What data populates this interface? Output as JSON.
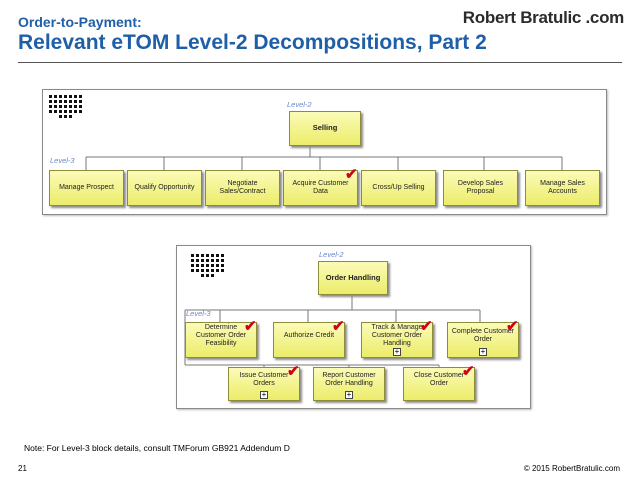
{
  "header": {
    "subtitle": "Order-to-Payment:",
    "title": "Relevant eTOM Level-2 Decompositions, Part 2",
    "brand": "Robert Bratulic .com"
  },
  "diagram1": {
    "level2_label": "Level-2",
    "level3_label": "Level-3",
    "root": "Selling",
    "children": [
      {
        "label": "Manage Prospect",
        "checked": false
      },
      {
        "label": "Qualify Opportunity",
        "checked": false
      },
      {
        "label": "Negotiate\nSales/Contract",
        "checked": false
      },
      {
        "label": "Acquire Customer\nData",
        "checked": true
      },
      {
        "label": "Cross/Up Selling",
        "checked": false
      },
      {
        "label": "Develop Sales\nProposal",
        "checked": false
      },
      {
        "label": "Manage Sales\nAccounts",
        "checked": false
      }
    ]
  },
  "diagram2": {
    "level2_label": "Level-2",
    "level3_label": "Level-3",
    "root": "Order Handling",
    "row1": [
      {
        "label": "Determine\nCustomer Order\nFeasibility",
        "checked": true,
        "expand": false
      },
      {
        "label": "Authorize Credit",
        "checked": true,
        "expand": false
      },
      {
        "label": "Track & Manage\nCustomer Order\nHandling",
        "checked": true,
        "expand": true
      },
      {
        "label": "Complete Customer\nOrder",
        "checked": true,
        "expand": true
      }
    ],
    "row2": [
      {
        "label": "Issue Customer\nOrders",
        "checked": true,
        "expand": true
      },
      {
        "label": "Report Customer\nOrder Handling",
        "checked": false,
        "expand": true
      },
      {
        "label": "Close Customer\nOrder",
        "checked": true,
        "expand": false
      }
    ]
  },
  "footer": {
    "note": "Note: For Level-3 block details, consult TMForum GB921 Addendum D",
    "page": "21",
    "copyright": "© 2015 RobertBratulic.com"
  },
  "icons": {
    "logo": "etom-framework-grid-icon",
    "check": "red-checkmark-icon",
    "expand": "expand-plus-icon"
  }
}
